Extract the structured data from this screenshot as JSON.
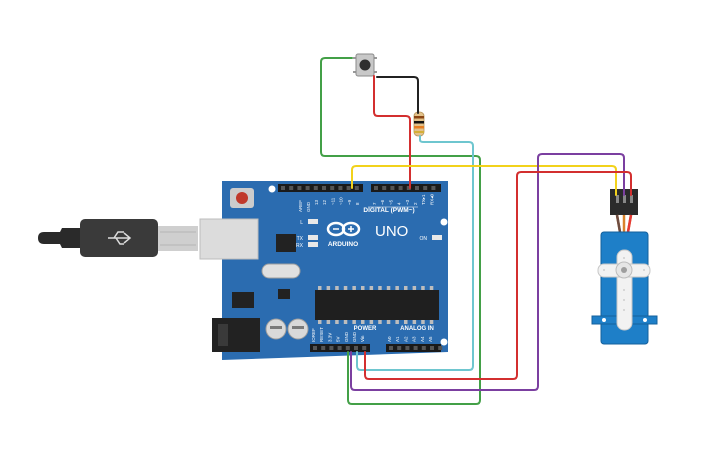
{
  "board": {
    "brand": "ARDUINO",
    "model": "UNO",
    "digital_label": "DIGITAL (PWM~)",
    "power_label": "POWER",
    "analog_label": "ANALOG IN",
    "on_label": "ON",
    "l_label": "L",
    "tx_label": "TX",
    "rx_label": "RX",
    "aref": "AREF",
    "gnd": "GND",
    "digital_pins": [
      "13",
      "12",
      "~11",
      "~10",
      "~9",
      "8",
      "7",
      "~6",
      "~5",
      "4",
      "~3",
      "2",
      "TX▸1",
      "RX◂0"
    ],
    "power_pins": [
      "IOREF",
      "RESET",
      "3.3V",
      "5V",
      "GND",
      "GND",
      "Vin"
    ],
    "analog_pins": [
      "A0",
      "A1",
      "A2",
      "A3",
      "A4",
      "A5"
    ]
  },
  "components": {
    "usb_cable": "usb-cable",
    "button": "pushbutton",
    "resistor": "resistor",
    "servo": "micro-servo"
  },
  "colors": {
    "board": "#2B6CB0",
    "wire_green": "#43A047",
    "wire_red": "#D32F2F",
    "wire_black": "#212121",
    "wire_cyan": "#6EC6CF",
    "wire_yellow": "#F2D21B",
    "wire_purple": "#7B3FA0",
    "servo_body": "#1E7FC8"
  }
}
